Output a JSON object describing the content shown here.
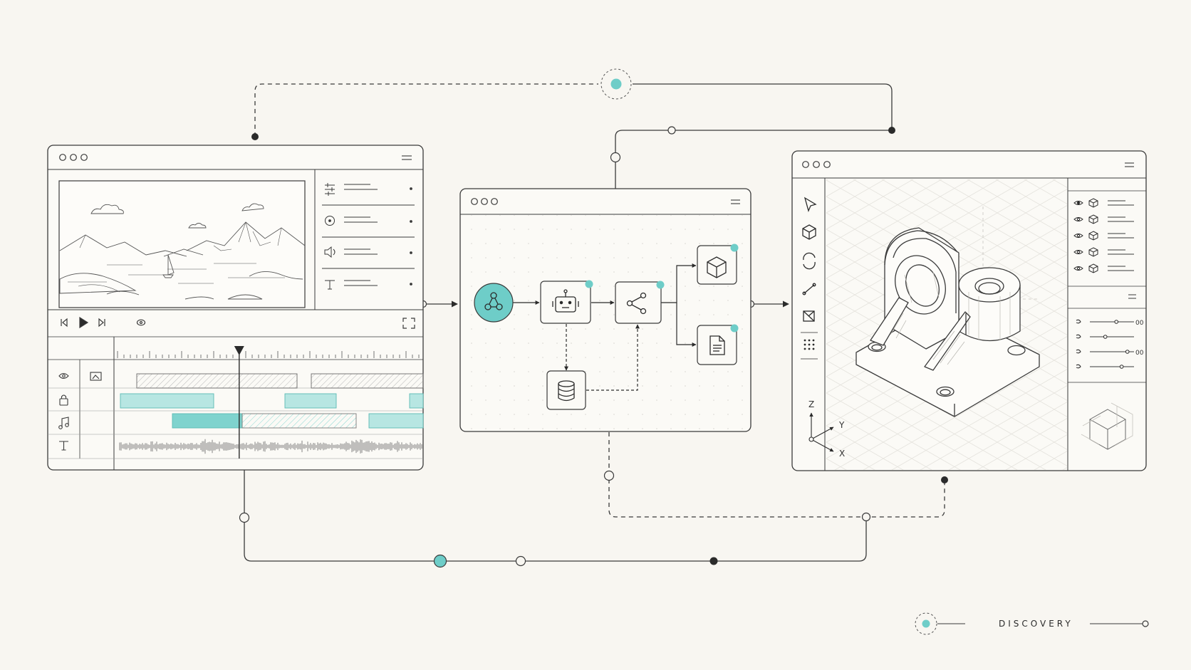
{
  "brand": {
    "label": "DISCOVERY"
  },
  "colors": {
    "accent": "#6ecdc8",
    "ink": "#2b2b2b",
    "line": "#3a3a3a",
    "panel": "#fbfaf6",
    "background": "#f8f6f1"
  },
  "video_editor": {
    "window_controls": [
      "dot",
      "dot",
      "dot"
    ],
    "menu_icon": "hamburger-icon",
    "properties": [
      {
        "icon": "sliders-icon"
      },
      {
        "icon": "target-icon"
      },
      {
        "icon": "speaker-icon"
      },
      {
        "icon": "text-icon"
      }
    ],
    "transport": [
      "skip-back-icon",
      "play-icon",
      "skip-forward-icon",
      "loop-icon"
    ],
    "fullscreen_icon": "fullscreen-icon",
    "tracks": [
      {
        "icon": "eye-icon"
      },
      {
        "icon": "lock-icon"
      },
      {
        "icon": "music-icon"
      },
      {
        "icon": "text-icon"
      }
    ],
    "playhead_fraction": 0.4
  },
  "workflow": {
    "nodes": [
      {
        "id": "hub",
        "icon": "graph-icon"
      },
      {
        "id": "ai-agent",
        "icon": "robot-icon"
      },
      {
        "id": "share",
        "icon": "share-icon"
      },
      {
        "id": "model",
        "icon": "cube-icon"
      },
      {
        "id": "document",
        "icon": "document-icon"
      },
      {
        "id": "database",
        "icon": "database-icon"
      }
    ]
  },
  "cad_viewer": {
    "tools": [
      "cursor-icon",
      "cube-icon",
      "rotate-icon",
      "line-icon",
      "section-icon",
      "grid-icon"
    ],
    "axes": {
      "z": "Z",
      "y": "Y",
      "x": "X"
    },
    "layers": [
      {
        "visible": true
      },
      {
        "visible": true
      },
      {
        "visible": true
      },
      {
        "visible": true
      },
      {
        "visible": true
      }
    ],
    "sliders": [
      {
        "value_label": "00",
        "level": 0.6
      },
      {
        "value_label": "",
        "level": 0.35
      },
      {
        "value_label": "00",
        "level": 0.85
      },
      {
        "value_label": "",
        "level": 0.72
      }
    ]
  }
}
